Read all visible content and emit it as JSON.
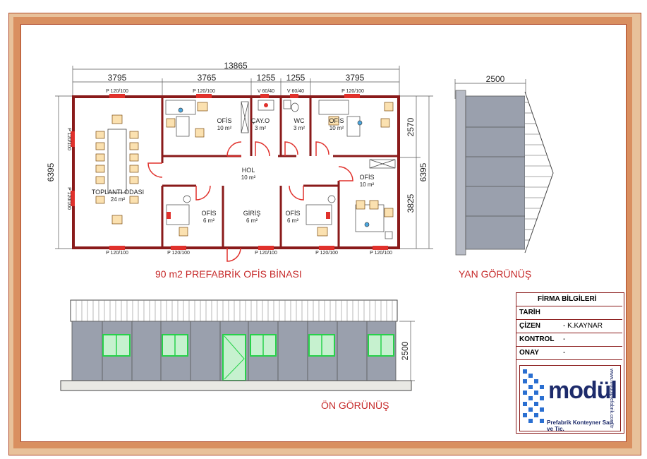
{
  "plan": {
    "title": "90 m2 PREFABRİK OFİS BİNASI",
    "overall_width": "13865",
    "segments": [
      "3795",
      "3765",
      "1255",
      "1255",
      "3795"
    ],
    "overall_depth_left": "6395",
    "overall_depth_right": "6395",
    "right_dims": [
      "2570",
      "3825"
    ],
    "windows_top": [
      "P 120/100",
      "P 120/100",
      "V 60/40",
      "V 60/40",
      "P 120/100"
    ],
    "windows_bottom": [
      "P 120/100",
      "P 120/100",
      "P 120/100",
      "P 120/100",
      "P 120/100"
    ],
    "windows_left": [
      "P 120/100",
      "P 120/100"
    ],
    "rooms": [
      {
        "name": "OFİS",
        "area": "10 m²"
      },
      {
        "name": "ÇAY.O",
        "area": "3 m²"
      },
      {
        "name": "WC",
        "area": "3 m²"
      },
      {
        "name": "OFİS",
        "area": "10 m²"
      },
      {
        "name": "HOL",
        "area": "10 m²"
      },
      {
        "name": "TOPLANTI ODASI",
        "area": "24 m²"
      },
      {
        "name": "OFİS",
        "area": "6 m²"
      },
      {
        "name": "GİRİŞ",
        "area": "6 m²"
      },
      {
        "name": "OFİS",
        "area": "6 m²"
      },
      {
        "name": "OFİS",
        "area": "10 m²"
      }
    ]
  },
  "side_view": {
    "title": "YAN GÖRÜNÜŞ",
    "width": "2500"
  },
  "front_view": {
    "title": "ÖN GÖRÜNÜŞ",
    "height": "2500"
  },
  "title_block": {
    "header": "FİRMA BİLGİLERİ",
    "rows": [
      {
        "label": "TARİH",
        "value": ""
      },
      {
        "label": "ÇİZEN",
        "value": "- K.KAYNAR"
      },
      {
        "label": "KONTROL",
        "value": "-"
      },
      {
        "label": "ONAY",
        "value": "-"
      }
    ],
    "logo_word": "modül",
    "logo_sub": "Prefabrik Konteyner San. ve Tic.",
    "logo_url": "www.modulprefabrik.com.tr"
  },
  "colors": {
    "wall": "#8a1a1a",
    "accent": "#c62a2a",
    "door": "#e0312c",
    "window": "#27d14a",
    "panel": "#9aa0ad"
  }
}
